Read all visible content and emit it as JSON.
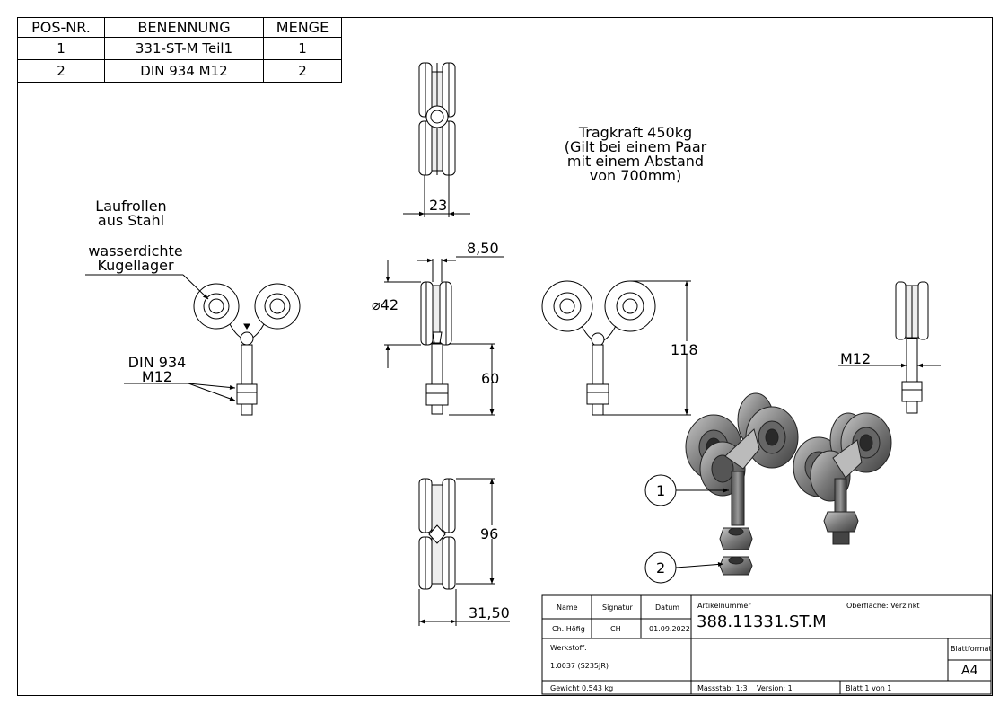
{
  "bom": {
    "headers": [
      "POS-NR.",
      "BENENNUNG",
      "MENGE"
    ],
    "rows": [
      [
        "1",
        "331-ST-M Teil1",
        "1"
      ],
      [
        "2",
        "DIN 934 M12",
        "2"
      ]
    ]
  },
  "notes": {
    "load_line1": "Tragkraft 450kg",
    "load_line2": "(Gilt bei einem Paar",
    "load_line3": "mit einem Abstand",
    "load_line4": "von 700mm)",
    "rollers_line1": "Laufrollen",
    "rollers_line2": "aus Stahl",
    "bearing_line1": "wasserdichte",
    "bearing_line2": "Kugellager",
    "din_line1": "DIN 934",
    "din_line2": "M12"
  },
  "dimensions": {
    "top_width": "23",
    "plate": "8,50",
    "diameter": "⌀42",
    "shaft": "60",
    "height": "118",
    "thread": "M12",
    "bottom_height": "96",
    "bottom_width": "31,50"
  },
  "balloons": [
    "1",
    "2"
  ],
  "title_block": {
    "name_label": "Name",
    "signature_label": "Signatur",
    "date_label": "Datum",
    "name": "Ch. Höfig",
    "signature": "CH",
    "date": "01.09.2022",
    "article_label": "Artikelnummer",
    "article": "388.11331.ST.M",
    "surface": "Oberfläche: Verzinkt",
    "material_label": "Werkstoff:",
    "material": "1.0037 (S235JR)",
    "format_label": "Blattformat",
    "format": "A4",
    "weight": "Gewicht 0.543 kg",
    "scale": "Massstab: 1:3",
    "version": "Version: 1",
    "sheet": "Blatt 1 von 1"
  }
}
